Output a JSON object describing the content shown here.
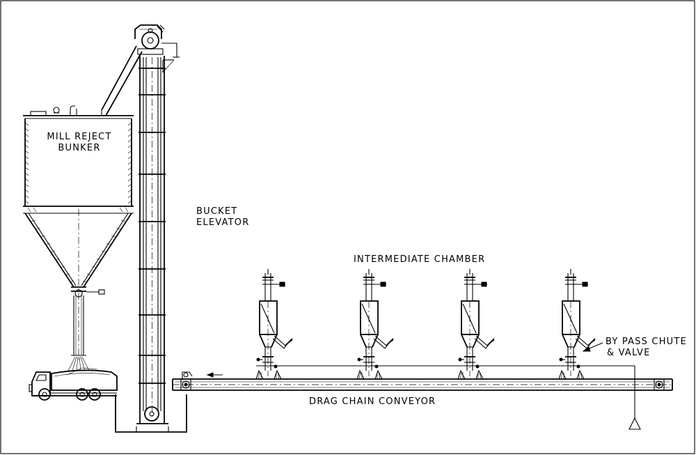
{
  "labels": {
    "bunker_line1": "MILL REJECT",
    "bunker_line2": "BUNKER",
    "elevator_line1": "BUCKET",
    "elevator_line2": "ELEVATOR",
    "chamber": "INTERMEDIATE CHAMBER",
    "bypass_line1": "BY PASS CHUTE",
    "bypass_line2": "& VALVE",
    "conveyor": "DRAG CHAIN CONVEYOR"
  },
  "chamber_count": 4,
  "colors": {
    "line": "#000000",
    "background": "#ffffff"
  }
}
